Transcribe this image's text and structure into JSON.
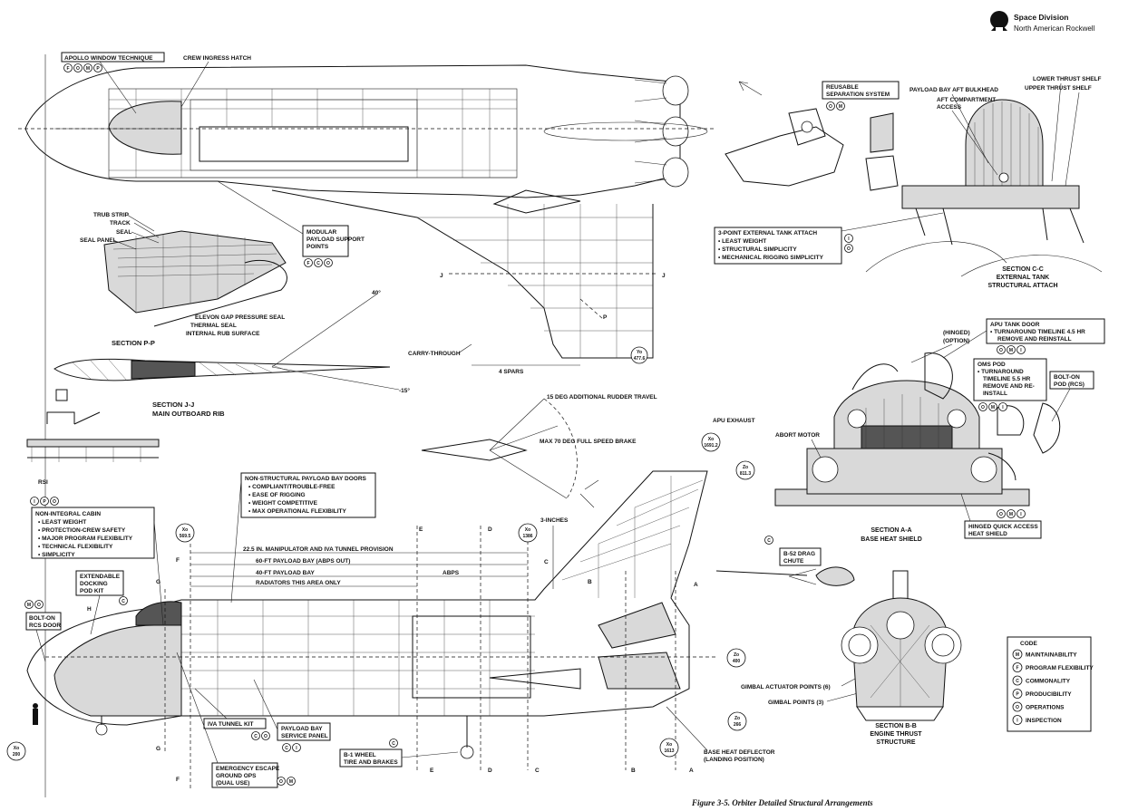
{
  "brand": {
    "line1": "Space Division",
    "line2": "North American Rockwell"
  },
  "caption": "Figure 3-5.  Orbiter Detailed Structural Arrangements",
  "top_view": {
    "apollo_window": "APOLLO WINDOW TECHNIQUE",
    "crew_hatch": "CREW INGRESS HATCH",
    "modular_1": "MODULAR",
    "modular_2": "PAYLOAD SUPPORT",
    "modular_3": "POINTS",
    "carry_through": "CARRY-THROUGH",
    "spars": "4 SPARS",
    "yo_1": "Yo",
    "yo_2": "477.6",
    "j": "J",
    "p": "P",
    "angle_top": "40°",
    "angle_bottom": "-15°"
  },
  "section_pp": {
    "trub_strip": "TRUB STRIP",
    "track": "TRACK",
    "seal": "SEAL",
    "seal_panel": "SEAL PANEL",
    "elevon": "ELEVON GAP PRESSURE SEAL",
    "thermal": "THERMAL SEAL",
    "rub": "INTERNAL RUB SURFACE",
    "title": "SECTION  P-P"
  },
  "section_jj": {
    "title1": "SECTION J-J",
    "title2": "MAIN OUTBOARD RIB",
    "rsi": "RSI"
  },
  "separation": {
    "line1": "REUSABLE",
    "line2": "SEPARATION SYSTEM"
  },
  "tank_attach": {
    "title": "3-POINT EXTERNAL TANK ATTACH",
    "items": [
      "LEAST WEIGHT",
      "STRUCTURAL SIMPLICITY",
      "MECHANICAL RIGGING SIMPLICITY"
    ]
  },
  "section_cc": {
    "payload_bulkhead": "PAYLOAD BAY AFT BULKHEAD",
    "aft_1": "AFT COMPARTMENT",
    "aft_2": "ACCESS",
    "lower": "LOWER THRUST SHELF",
    "upper": "UPPER THRUST SHELF",
    "title1": "SECTION C-C",
    "title2": "EXTERNAL TANK",
    "title3": "STRUCTURAL ATTACH"
  },
  "section_aa": {
    "apu_1": "APU TANK DOOR",
    "apu_2": "TURNAROUND TIMELINE 4.5 HR",
    "apu_3": "REMOVE AND REINSTALL",
    "hinged_1": "(HINGED)",
    "hinged_2": "(OPTION)",
    "oms_1": "OMS POD",
    "oms_2": "TURNAROUND",
    "oms_3": "TIMELINE 5.5 HR",
    "oms_4": "REMOVE AND RE-",
    "oms_5": "INSTALL",
    "bolt_1": "BOLT-ON",
    "bolt_2": "POD (RCS)",
    "abort": "ABORT MOTOR",
    "hq_1": "HINGED QUICK ACCESS",
    "hq_2": "HEAT SHIELD",
    "title1": "SECTION A-A",
    "title2": "BASE HEAT SHIELD"
  },
  "rudder": {
    "additional": "15 DEG ADDITIONAL RUDDER TRAVEL",
    "max": "MAX 70 DEG FULL SPEED BRAKE",
    "apu_exhaust": "APU EXHAUST"
  },
  "side_view": {
    "npb_title": "NON-STRUCTURAL PAYLOAD BAY DOORS",
    "npb_items": [
      "COMPLIANT/TROUBLE-FREE",
      "EASE OF RIGGING",
      "WEIGHT COMPETITIVE",
      "MAX OPERATIONAL FLEXIBILITY"
    ],
    "nic_title": "NON-INTEGRAL CABIN",
    "nic_items": [
      "LEAST WEIGHT",
      "PROTECTION-CREW SAFETY",
      "MAJOR PROGRAM FLEXIBILITY",
      "TECHNICAL FLEXIBILITY",
      "SIMPLICITY"
    ],
    "ext_1": "EXTENDABLE",
    "ext_2": "DOCKING",
    "ext_3": "POD KIT",
    "bolt_1": "BOLT-ON",
    "bolt_2": "RCS DOOR",
    "manip": "22.5 IN. MANIPULATOR AND IVA TUNNEL PROVISION",
    "bay60": "60-FT PAYLOAD BAY (ABPS OUT)",
    "bay40": "40-FT PAYLOAD BAY",
    "abps": "ABPS",
    "radiators": "RADIATORS THIS AREA ONLY",
    "three_in": "3-INCHES",
    "drag_1": "B-52 DRAG",
    "drag_2": "CHUTE",
    "iva": "IVA TUNNEL KIT",
    "svc_1": "PAYLOAD BAY",
    "svc_2": "SERVICE PANEL",
    "esc_1": "EMERGENCY ESCAPE",
    "esc_2": "GROUND OPS",
    "esc_3": "(DUAL USE)",
    "wheel_1": "B-1 WHEEL",
    "wheel_2": "TIRE AND BRAKES",
    "deflector_1": "BASE HEAT DEFLECTOR",
    "deflector_2": "(LANDING POSITION)",
    "gimbal_act": "GIMBAL ACTUATOR POINTS (6)",
    "gimbal_pts": "GIMBAL POINTS (3)",
    "xo_200": [
      "Xo",
      "200"
    ],
    "xo_5695": [
      "Xo",
      "569.5"
    ],
    "xo_1386": [
      "Xo",
      "1386"
    ],
    "xo_16912": [
      "Xo",
      "1691.2"
    ],
    "xo_1613": [
      "Xo",
      "1613"
    ],
    "zo_8113": [
      "Zo",
      "811.3"
    ],
    "zo_400": [
      "Zo",
      "400"
    ],
    "zo_266": [
      "Zo",
      "266"
    ]
  },
  "section_bb": {
    "title1": "SECTION B-B",
    "title2": "ENGINE THRUST",
    "title3": "STRUCTURE"
  },
  "legend": {
    "title": "CODE",
    "items": [
      {
        "code": "M",
        "label": "MAINTAINABILITY"
      },
      {
        "code": "F",
        "label": "PROGRAM FLEXIBILITY"
      },
      {
        "code": "C",
        "label": "COMMONALITY"
      },
      {
        "code": "P",
        "label": "PRODUCIBILITY"
      },
      {
        "code": "O",
        "label": "OPERATIONS"
      },
      {
        "code": "I",
        "label": "INSPECTION"
      }
    ]
  },
  "codes": {
    "apollo": [
      "F",
      "O",
      "M",
      "P"
    ],
    "modular": [
      "F",
      "C",
      "O"
    ],
    "separation": [
      "O",
      "M"
    ],
    "tank": [
      "I",
      "O"
    ],
    "apu": [
      "O",
      "M",
      "I"
    ],
    "oms": [
      "O",
      "M",
      "I"
    ],
    "nic": [
      "I",
      "P",
      "O"
    ],
    "rcs": [
      "M",
      "O"
    ],
    "hinged": [
      "O",
      "M",
      "I"
    ],
    "drag": [
      "C"
    ],
    "iva": [
      "C",
      "O"
    ],
    "service": [
      "C",
      "I"
    ],
    "wheel": [
      "C"
    ],
    "escape": [
      "O",
      "M"
    ],
    "docking": [
      "C"
    ]
  },
  "section_letters": {
    "E": "E",
    "D": "D",
    "F": "F",
    "G": "G",
    "H": "H",
    "C": "C",
    "A": "A",
    "B": "B"
  }
}
